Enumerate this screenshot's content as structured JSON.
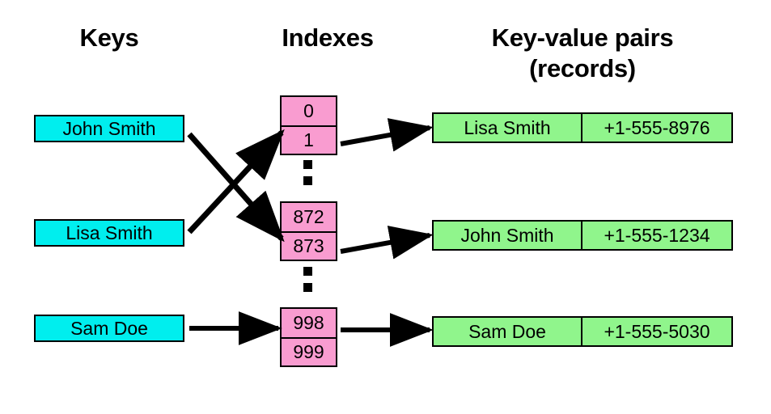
{
  "columns": {
    "keys_title": "Keys",
    "indexes_title": "Indexes",
    "records_title": "Key-value pairs\n(records)"
  },
  "colors": {
    "key_fill": "#00EEEE",
    "index_fill": "#F99CD0",
    "record_fill": "#90F58C",
    "stroke": "#000000",
    "background": "#FFFFFF"
  },
  "keys": [
    {
      "label": "John Smith"
    },
    {
      "label": "Lisa Smith"
    },
    {
      "label": "Sam Doe"
    }
  ],
  "index_groups": [
    {
      "cells": [
        "0",
        "1"
      ]
    },
    {
      "cells": [
        "872",
        "873"
      ]
    },
    {
      "cells": [
        "998",
        "999"
      ]
    }
  ],
  "ellipsis": [
    "vertical-dots",
    "vertical-dots"
  ],
  "records": [
    {
      "name": "Lisa Smith",
      "phone": "+1-555-8976"
    },
    {
      "name": "John Smith",
      "phone": "+1-555-1234"
    },
    {
      "name": "Sam Doe",
      "phone": "+1-555-5030"
    }
  ],
  "mappings": [
    {
      "from": "John Smith",
      "to": "873"
    },
    {
      "from": "Lisa Smith",
      "to": "1"
    },
    {
      "from": "Sam Doe",
      "to": "998"
    },
    {
      "from": "1",
      "to": "Lisa Smith record"
    },
    {
      "from": "873",
      "to": "John Smith record"
    },
    {
      "from": "998",
      "to": "Sam Doe record"
    }
  ]
}
